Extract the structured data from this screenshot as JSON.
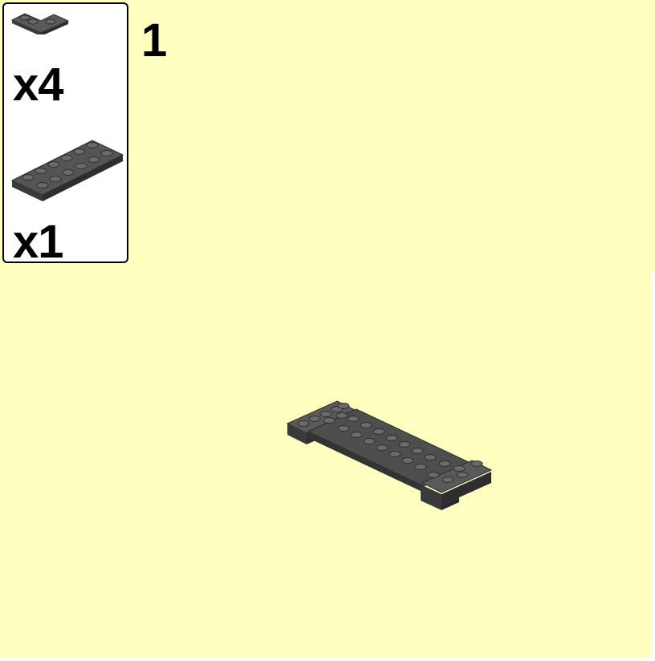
{
  "step": {
    "number": "1"
  },
  "parts": [
    {
      "name": "corner-plate-2x2",
      "quantity": "x4"
    },
    {
      "name": "plate-2x6",
      "quantity": "x1"
    }
  ],
  "colors": {
    "background": "#ffffc0",
    "brick": "#4b4b4b",
    "brick_top": "#5a5a5a",
    "brick_dark": "#2e2e2e"
  }
}
